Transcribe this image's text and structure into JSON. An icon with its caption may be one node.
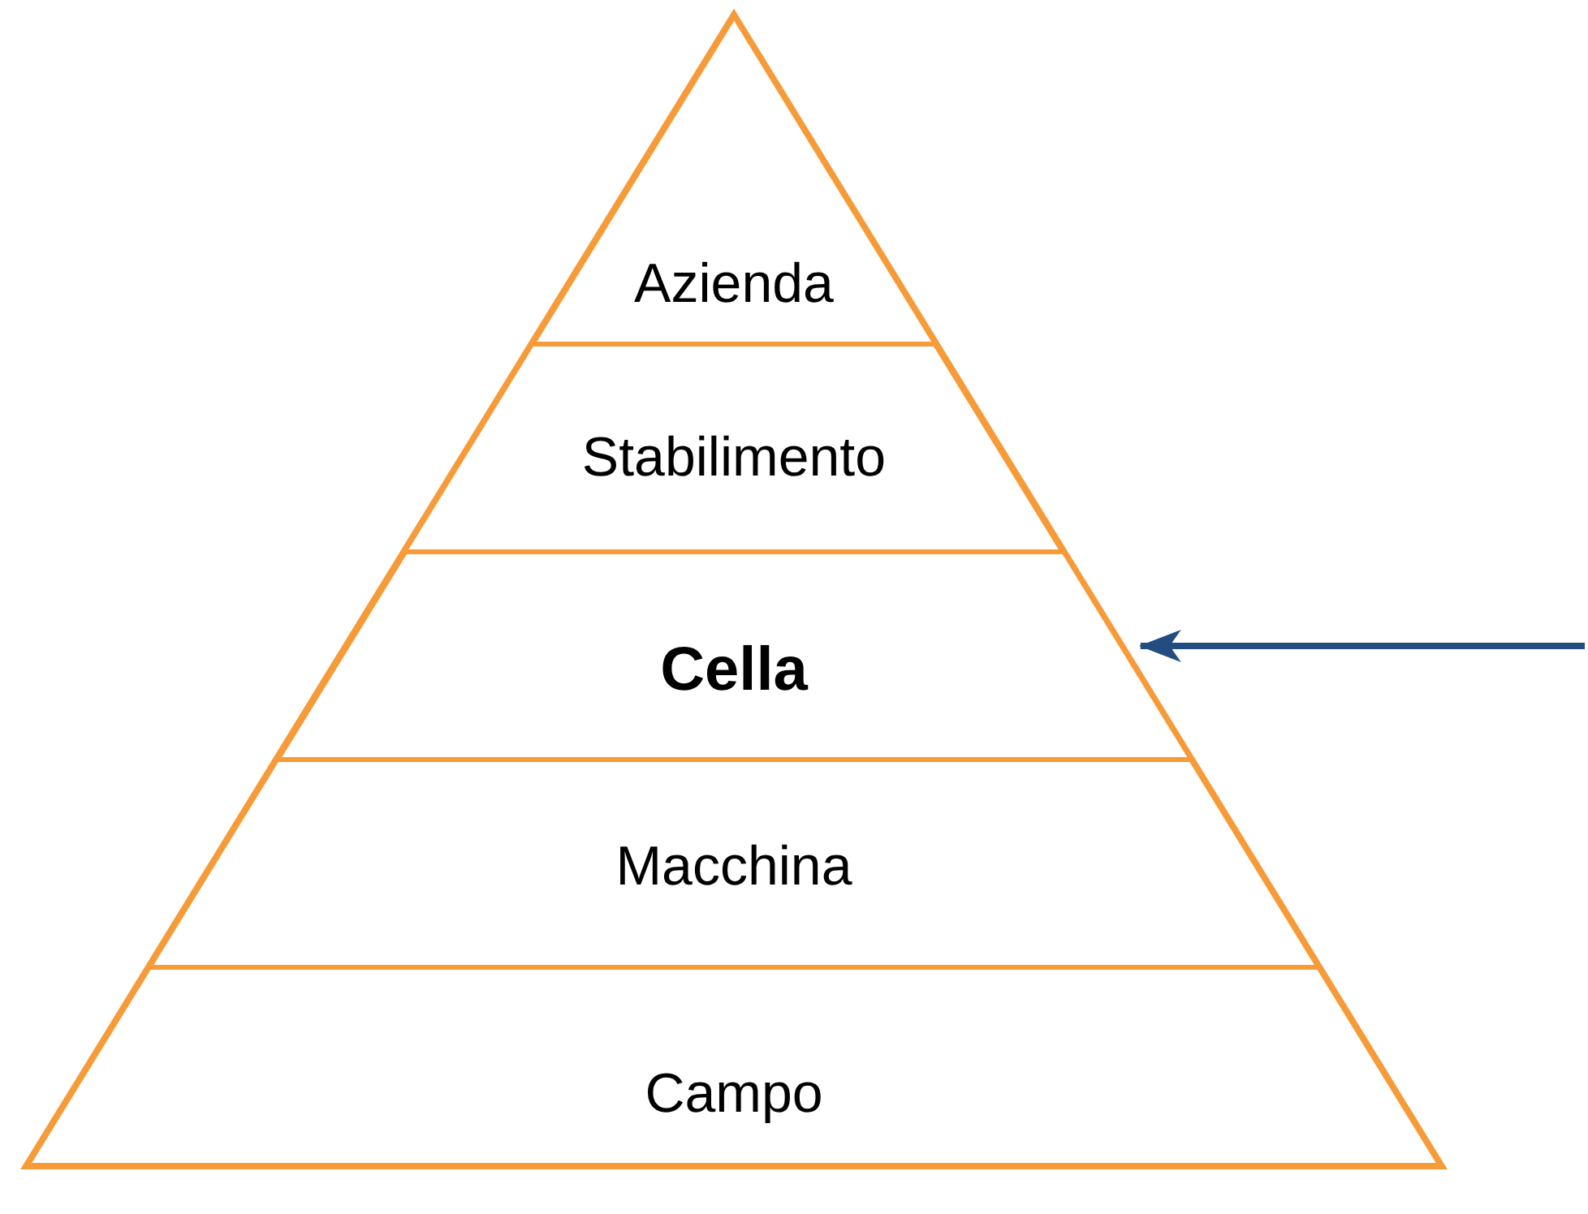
{
  "diagram": {
    "nodes": [
      {
        "text": [
          "Azienda"
        ]
      },
      {
        "text": [
          "Stabilimento"
        ]
      },
      {
        "text": [
          "Cella"
        ]
      },
      {
        "text": [
          "Macchina"
        ]
      },
      {
        "text": [
          "Campo"
        ]
      }
    ],
    "edges": [
      {
        "from": null,
        "to": 2,
        "arrow": "to"
      }
    ]
  }
}
